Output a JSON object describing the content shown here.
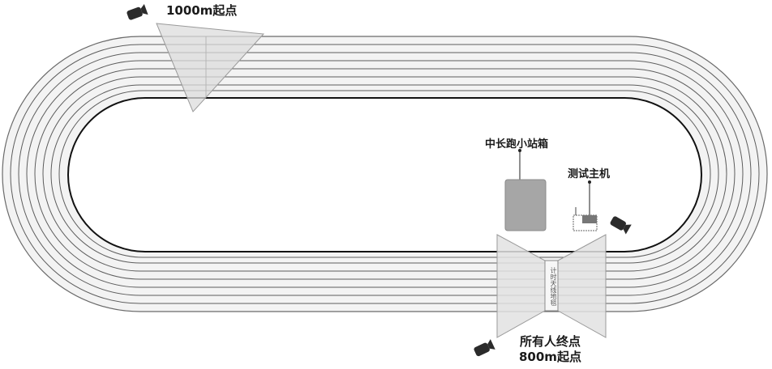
{
  "labels": {
    "start_1000m": "1000m起点",
    "station_box": "中长跑小站箱",
    "test_host": "测试主机",
    "finish_line": "所有人终点",
    "start_800m": "800m起点",
    "timing_gate": "计时天线地毯"
  },
  "icons": [
    "camera-icon",
    "camera-icon",
    "camera-icon"
  ],
  "colors": {
    "track_fill": "#f2f2f2",
    "lane_line": "#5a5a5a",
    "infield_border": "#111111",
    "station_box": "#a6a6a6",
    "gate": "#d9d9d9"
  }
}
